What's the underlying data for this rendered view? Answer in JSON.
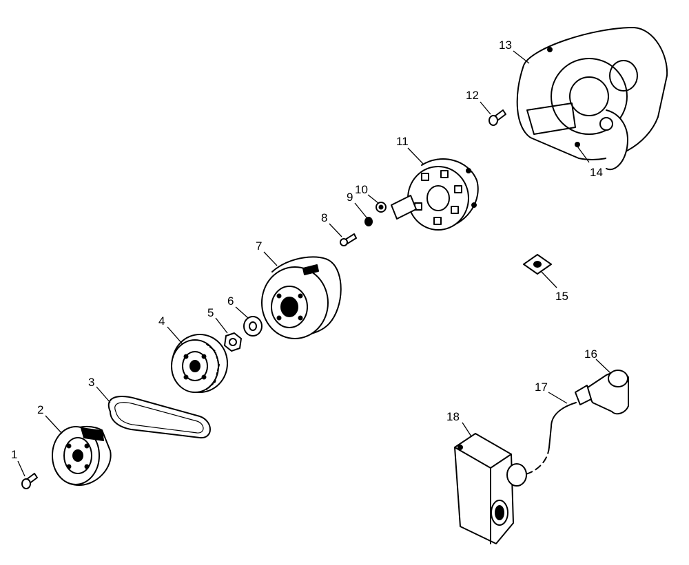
{
  "callouts": [
    {
      "id": "1",
      "label": "1"
    },
    {
      "id": "2",
      "label": "2"
    },
    {
      "id": "3",
      "label": "3"
    },
    {
      "id": "4",
      "label": "4"
    },
    {
      "id": "5",
      "label": "5"
    },
    {
      "id": "6",
      "label": "6"
    },
    {
      "id": "7",
      "label": "7"
    },
    {
      "id": "8",
      "label": "8"
    },
    {
      "id": "9",
      "label": "9"
    },
    {
      "id": "10",
      "label": "10"
    },
    {
      "id": "11",
      "label": "11"
    },
    {
      "id": "12",
      "label": "12"
    },
    {
      "id": "13",
      "label": "13"
    },
    {
      "id": "14",
      "label": "14"
    },
    {
      "id": "15",
      "label": "15"
    },
    {
      "id": "16",
      "label": "16"
    },
    {
      "id": "17",
      "label": "17"
    },
    {
      "id": "18",
      "label": "18"
    }
  ],
  "colors": {
    "ink": "#000000",
    "paper": "#ffffff"
  }
}
